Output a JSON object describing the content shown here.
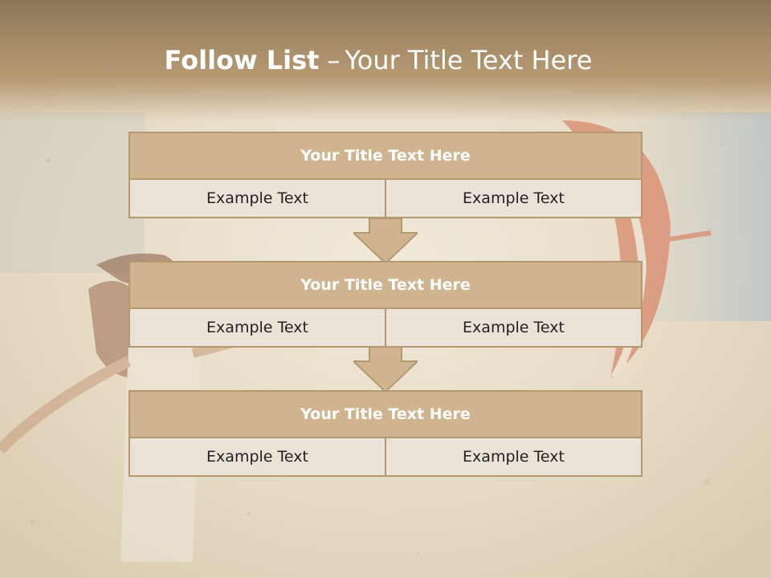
{
  "slide": {
    "title_bold": "Follow List",
    "title_dash": "–",
    "title_rest": "Your Title Text Here"
  },
  "colors": {
    "accent": "#cfb48f",
    "border": "#b3996e",
    "cell": "#ebe3d8"
  },
  "blocks": [
    {
      "title": "Your Title Text Here",
      "left": "Example Text",
      "right": "Example Text"
    },
    {
      "title": "Your Title Text Here",
      "left": "Example Text",
      "right": "Example Text"
    },
    {
      "title": "Your Title Text Here",
      "left": "Example Text",
      "right": "Example Text"
    }
  ],
  "icons": [
    "down-arrow-icon",
    "down-arrow-icon"
  ]
}
